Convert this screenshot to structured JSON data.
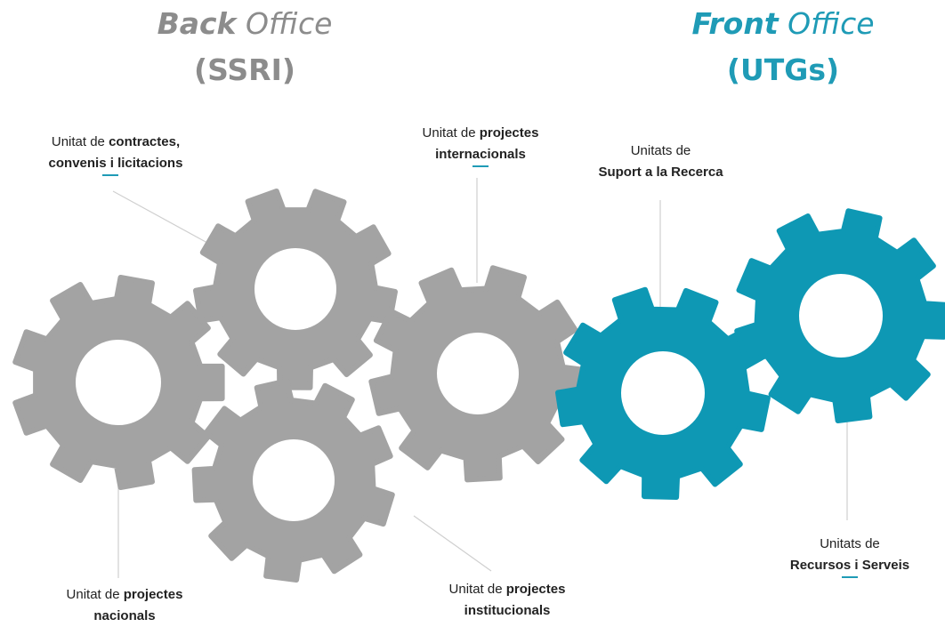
{
  "headings": {
    "back": {
      "bold": "Back",
      "light": "Office",
      "sub": "(SSRI)"
    },
    "front": {
      "bold": "Front",
      "light": "Office",
      "sub": "(UTGs)"
    }
  },
  "colors": {
    "back_gear": "#a3a3a3",
    "front_gear": "#0e98b4",
    "back_text": "#8c8c8c",
    "front_text": "#1f9bb6"
  },
  "labels": {
    "contractes": {
      "l1_plain": "Unitat de ",
      "l1_bold": "contractes,",
      "l2_bold": "convenis i licitacions"
    },
    "internacionals": {
      "l1_plain": "Unitat de ",
      "l1_bold": "projectes",
      "l2_bold": "internacionals"
    },
    "suport": {
      "l1_plain": "Unitats de",
      "l2_bold": "Suport a la Recerca"
    },
    "nacionals": {
      "l1_plain": "Unitat de ",
      "l1_bold": "projectes",
      "l2_bold": "nacionals"
    },
    "institucionals": {
      "l1_plain": "Unitat de ",
      "l1_bold": "projectes",
      "l2_bold": "institucionals"
    },
    "recursos": {
      "l1_plain": "Unitats de",
      "l2_bold": "Recursos i Serveis"
    }
  }
}
